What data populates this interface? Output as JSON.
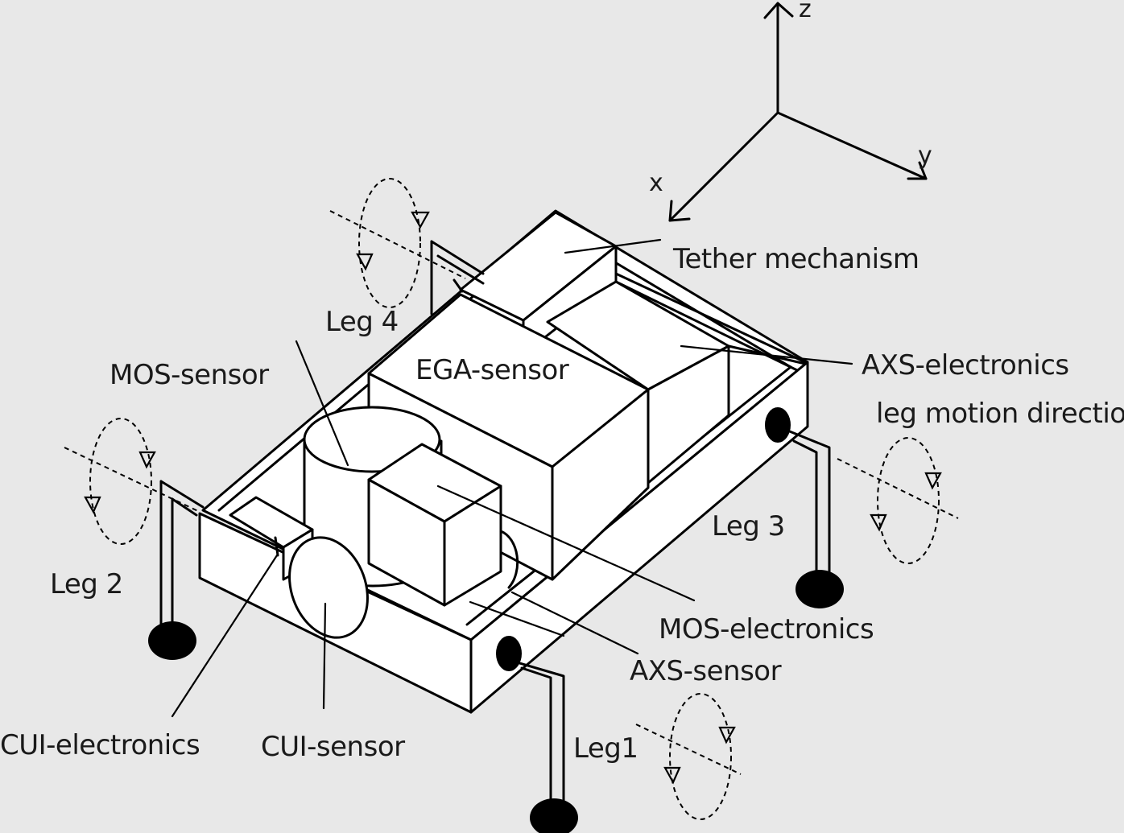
{
  "axes": {
    "z": "z",
    "y": "y",
    "x": "x"
  },
  "labels": {
    "tether_mechanism": "Tether mechanism",
    "leg4": "Leg 4",
    "mos_sensor": "MOS-sensor",
    "ega_sensor": "EGA-sensor",
    "axs_electronics": "AXS-electronics",
    "leg_motion_direction": "leg motion direction",
    "leg3": "Leg 3",
    "leg2": "Leg 2",
    "mos_electronics": "MOS-electronics",
    "axs_sensor": "AXS-sensor",
    "leg1": "Leg1",
    "cui_electronics": "CUI-electronics",
    "cui_sensor": "CUI-sensor"
  }
}
